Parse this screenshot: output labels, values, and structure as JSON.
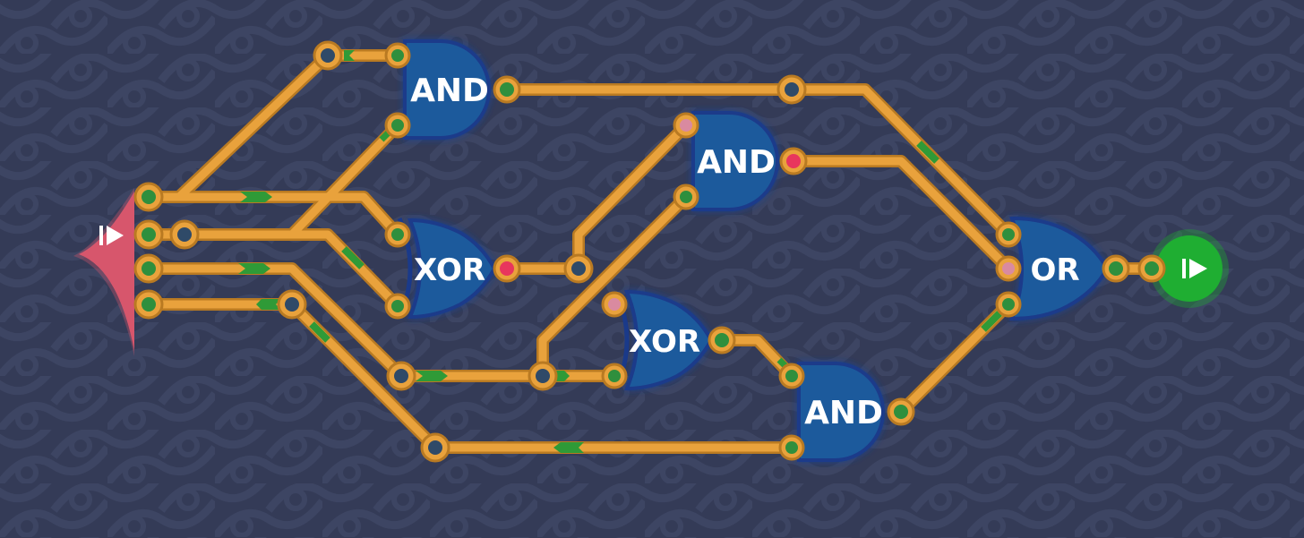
{
  "game": {
    "gates": [
      {
        "id": "and-1",
        "label": "AND"
      },
      {
        "id": "and-2",
        "label": "AND"
      },
      {
        "id": "xor-1",
        "label": "XOR"
      },
      {
        "id": "xor-2",
        "label": "XOR"
      },
      {
        "id": "and-3",
        "label": "AND"
      },
      {
        "id": "or-1",
        "label": "OR"
      }
    ],
    "input_node": {
      "icon": "play-icon",
      "inputs": 4
    },
    "output_node": {
      "icon": "play-icon"
    },
    "colors": {
      "background": "#343b57",
      "pattern": "#3d4563",
      "wire": "#e9a23c",
      "wire_outline": "#b97a22",
      "signal": "#2f9a37",
      "gate": "#1f5a9c",
      "gate_outline": "#1a3a8a",
      "pin_active": "#2f8f3d",
      "pin_inactive": "#2f4a68",
      "pin_false": "#e8365d",
      "pin_pending": "#d98aa0",
      "input_node": "#d7566c",
      "output_node": "#1fae32"
    }
  }
}
